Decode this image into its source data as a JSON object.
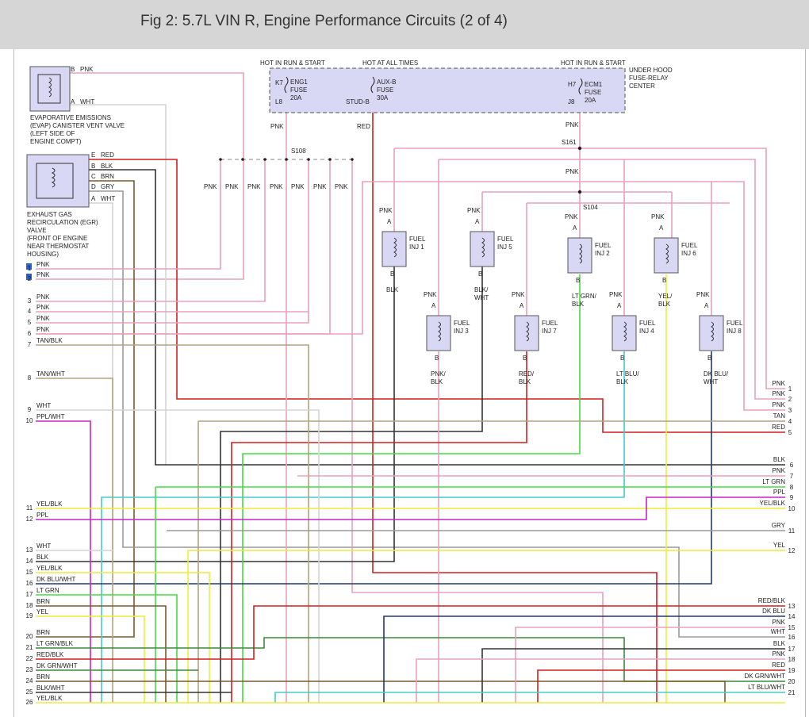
{
  "header": {
    "title": "Fig 2: 5.7L VIN R, Engine Performance Circuits (2 of 4)"
  },
  "colors": {
    "PNK": "#e8a0bd",
    "RED": "#d21f1f",
    "BLK": "#333333",
    "WHT": "#d4d4d4",
    "BRN": "#7a5a2a",
    "GRY": "#9a9a9a",
    "TAN": "#b3a37e",
    "YEL": "#ecec3a",
    "PPL": "#cc22cc",
    "LTGRN": "#44dd44",
    "LTBLU": "#44cccc",
    "DKBLU": "#223a6a",
    "DKGRN": "#3a8a3a",
    "fusebox": "#d8d8f4",
    "injector": "#d8d8f4"
  },
  "fusebox": {
    "hot_labels": [
      "HOT IN RUN & START",
      "HOT AT ALL TIMES",
      "HOT IN RUN & START"
    ],
    "fuses": [
      {
        "top": "K7",
        "bottom": "L8",
        "lines": [
          "ENG1",
          "FUSE",
          "20A"
        ],
        "wire": "PNK"
      },
      {
        "top": "",
        "bottom": "STUD-B",
        "lines": [
          "AUX-B",
          "FUSE",
          "30A"
        ],
        "wire": "RED"
      },
      {
        "top": "H7",
        "bottom": "J8",
        "lines": [
          "ECM1",
          "FUSE",
          "20A"
        ],
        "wire": "PNK"
      }
    ],
    "center_label": [
      "UNDER HOOD",
      "FUSE-RELAY",
      "CENTER"
    ]
  },
  "splices": {
    "s108": "S108",
    "s161": "S161",
    "s104": "S104"
  },
  "evap": {
    "pins": [
      {
        "pin": "B",
        "wire": "PNK"
      },
      {
        "pin": "A",
        "wire": "WHT"
      }
    ],
    "label": [
      "EVAPORATIVE EMISSIONS",
      "(EVAP) CANISTER VENT VALVE",
      "(LEFT SIDE OF",
      "ENGINE COMPT)"
    ]
  },
  "egr": {
    "pins": [
      {
        "pin": "E",
        "wire": "RED"
      },
      {
        "pin": "B",
        "wire": "BLK"
      },
      {
        "pin": "C",
        "wire": "BRN"
      },
      {
        "pin": "D",
        "wire": "GRY"
      },
      {
        "pin": "A",
        "wire": "WHT"
      }
    ],
    "label": [
      "EXHAUST GAS",
      "RECIRCULATION (EGR)",
      "VALVE",
      "(FRONT OF ENGINE",
      "NEAR THERMOSTAT",
      "HOUSING)"
    ]
  },
  "s108_taps": [
    "PNK",
    "PNK",
    "PNK",
    "PNK",
    "PNK",
    "PNK",
    "PNK"
  ],
  "injectors": [
    {
      "name": [
        "FUEL",
        "INJ 1"
      ],
      "top": "PNK",
      "a": "A",
      "b": "B",
      "bottom": [
        "BLK"
      ]
    },
    {
      "name": [
        "FUEL",
        "INJ 5"
      ],
      "top": "PNK",
      "a": "A",
      "b": "B",
      "bottom": [
        "BLK/",
        "WHT"
      ]
    },
    {
      "name": [
        "FUEL",
        "INJ 2"
      ],
      "top": "PNK",
      "a": "A",
      "b": "B",
      "bottom": [
        "LT GRN/",
        "BLK"
      ]
    },
    {
      "name": [
        "FUEL",
        "INJ 6"
      ],
      "top": "PNK",
      "a": "A",
      "b": "B",
      "bottom": [
        "YEL/",
        "BLK"
      ]
    },
    {
      "name": [
        "FUEL",
        "INJ 3"
      ],
      "top": "PNK",
      "a": "A",
      "b": "B",
      "bottom": [
        "PNK/",
        "BLK"
      ]
    },
    {
      "name": [
        "FUEL",
        "INJ 7"
      ],
      "top": "PNK",
      "a": "A",
      "b": "B",
      "bottom": [
        "RED/",
        "BLK"
      ]
    },
    {
      "name": [
        "FUEL",
        "INJ 4"
      ],
      "top": "PNK",
      "a": "A",
      "b": "B",
      "bottom": [
        "LT BLU/",
        "BLK"
      ]
    },
    {
      "name": [
        "FUEL",
        "INJ 8"
      ],
      "top": "PNK",
      "a": "A",
      "b": "B",
      "bottom": [
        "DK BLU/",
        "WHT"
      ]
    }
  ],
  "left_terminals": [
    {
      "num": "1",
      "wire": "PNK"
    },
    {
      "num": "2",
      "wire": "PNK"
    },
    {
      "num": "3",
      "wire": "PNK"
    },
    {
      "num": "4",
      "wire": "PNK"
    },
    {
      "num": "5",
      "wire": "PNK"
    },
    {
      "num": "6",
      "wire": "PNK"
    },
    {
      "num": "7",
      "wire": "TAN/BLK"
    },
    {
      "num": "8",
      "wire": "TAN/WHT"
    },
    {
      "num": "9",
      "wire": "WHT"
    },
    {
      "num": "10",
      "wire": "PPL/WHT"
    },
    {
      "num": "11",
      "wire": "YEL/BLK"
    },
    {
      "num": "12",
      "wire": "PPL"
    },
    {
      "num": "13",
      "wire": "WHT"
    },
    {
      "num": "14",
      "wire": "BLK"
    },
    {
      "num": "15",
      "wire": "YEL/BLK"
    },
    {
      "num": "16",
      "wire": "DK BLU/WHT"
    },
    {
      "num": "17",
      "wire": "LT GRN"
    },
    {
      "num": "18",
      "wire": "BRN"
    },
    {
      "num": "19",
      "wire": "YEL"
    },
    {
      "num": "20",
      "wire": "BRN"
    },
    {
      "num": "21",
      "wire": "LT GRN/BLK"
    },
    {
      "num": "22",
      "wire": "RED/BLK"
    },
    {
      "num": "23",
      "wire": "DK GRN/WHT"
    },
    {
      "num": "24",
      "wire": "BRN"
    },
    {
      "num": "25",
      "wire": "BLK/WHT"
    },
    {
      "num": "26",
      "wire": "YEL/BLK"
    }
  ],
  "right_group1": [
    {
      "num": "1",
      "wire": "PNK"
    },
    {
      "num": "2",
      "wire": "PNK"
    },
    {
      "num": "3",
      "wire": "PNK"
    },
    {
      "num": "4",
      "wire": "TAN"
    },
    {
      "num": "5",
      "wire": "RED"
    }
  ],
  "right_group2": [
    {
      "num": "6",
      "wire": "BLK"
    },
    {
      "num": "7",
      "wire": "PNK"
    },
    {
      "num": "8",
      "wire": "LT GRN"
    },
    {
      "num": "9",
      "wire": "PPL"
    },
    {
      "num": "10",
      "wire": "YEL/BLK"
    },
    {
      "num": "11",
      "wire": "GRY"
    },
    {
      "num": "12",
      "wire": "YEL"
    }
  ],
  "right_group3": [
    {
      "num": "13",
      "wire": "RED/BLK"
    },
    {
      "num": "14",
      "wire": "DK BLU"
    },
    {
      "num": "15",
      "wire": "PNK"
    },
    {
      "num": "16",
      "wire": "WHT"
    },
    {
      "num": "17",
      "wire": "BLK"
    },
    {
      "num": "18",
      "wire": "PNK"
    },
    {
      "num": "19",
      "wire": "RED"
    },
    {
      "num": "20",
      "wire": "DK GRN/WHT"
    },
    {
      "num": "21",
      "wire": "LT BLU/WHT"
    }
  ]
}
